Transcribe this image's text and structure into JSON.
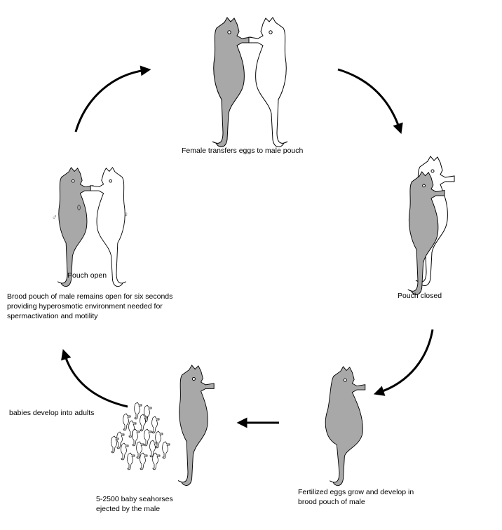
{
  "labels": {
    "top": "Female transfers eggs to male pouch",
    "pouch_closed": "Pouch closed",
    "fertilized_line1": "Fertilized eggs grow  and develop in",
    "fertilized_line2": "brood pouch of male",
    "babies_line1": "5-2500 baby seahorses",
    "babies_line2": "ejected by the male",
    "develop": "babies develop into adults",
    "pouch_open": "Pouch open",
    "brood_line1": "Brood pouch of male remains open for six seconds",
    "brood_line2": "providing hyperosmotic environment needed for",
    "brood_line3": "spermactivation and motility"
  },
  "symbols": {
    "male": "♂",
    "female": "♀"
  },
  "colors": {
    "male_fill": "#a8a8a8",
    "female_fill": "#ffffff",
    "outline": "#000000",
    "arrow": "#000000"
  }
}
